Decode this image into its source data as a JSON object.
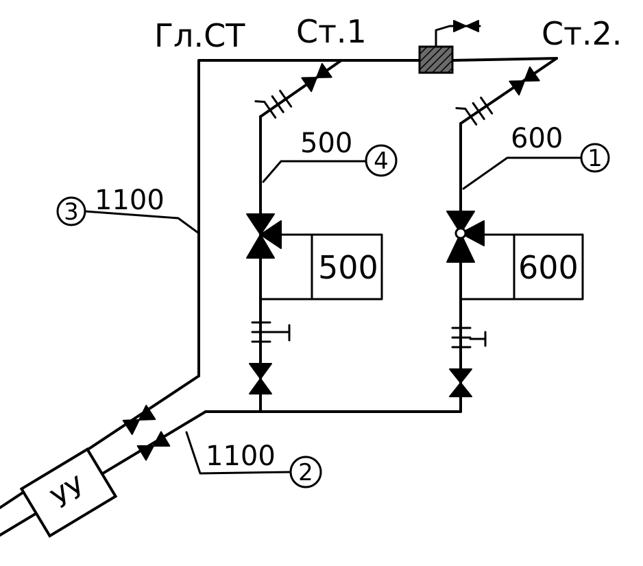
{
  "labels": {
    "main_riser": "Гл.СТ",
    "riser_1": "Ст.1",
    "riser_2": "Ст.2.",
    "meter_unit": "УУ"
  },
  "flow_boxes": {
    "riser_1": "500",
    "riser_2": "600"
  },
  "pipe_sections": [
    {
      "id": "1",
      "value": "600"
    },
    {
      "id": "2",
      "value": "1100"
    },
    {
      "id": "3",
      "value": "1100"
    },
    {
      "id": "4",
      "value": "500"
    }
  ]
}
